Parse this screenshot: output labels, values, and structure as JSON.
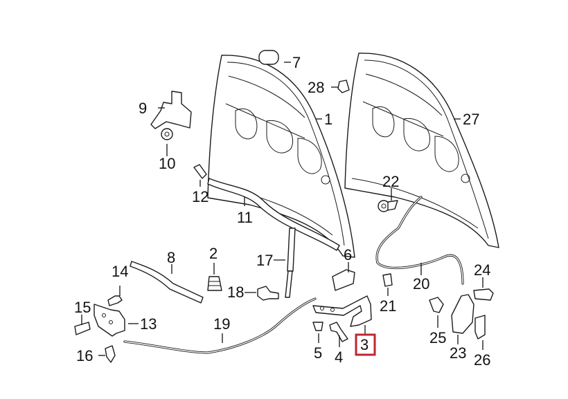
{
  "diagram": {
    "title": "Hood components exploded parts diagram",
    "highlighted_callout": "3",
    "highlight_color": "#c0262e",
    "callouts": [
      {
        "id": "1",
        "part": "hood panel"
      },
      {
        "id": "2",
        "part": "bumper stop"
      },
      {
        "id": "3",
        "part": "hinge (highlighted)"
      },
      {
        "id": "4",
        "part": "bolt"
      },
      {
        "id": "5",
        "part": "nut"
      },
      {
        "id": "6",
        "part": "hinge bracket"
      },
      {
        "id": "7",
        "part": "plug"
      },
      {
        "id": "8",
        "part": "seal"
      },
      {
        "id": "9",
        "part": "striker"
      },
      {
        "id": "10",
        "part": "nut"
      },
      {
        "id": "11",
        "part": "seal"
      },
      {
        "id": "12",
        "part": "clip"
      },
      {
        "id": "13",
        "part": "latch"
      },
      {
        "id": "14",
        "part": "bolt"
      },
      {
        "id": "15",
        "part": "bolt"
      },
      {
        "id": "16",
        "part": "clip"
      },
      {
        "id": "17",
        "part": "lift support"
      },
      {
        "id": "18",
        "part": "ball stud"
      },
      {
        "id": "19",
        "part": "release cable"
      },
      {
        "id": "20",
        "part": "release cable"
      },
      {
        "id": "21",
        "part": "clip"
      },
      {
        "id": "22",
        "part": "retainer"
      },
      {
        "id": "23",
        "part": "release handle"
      },
      {
        "id": "24",
        "part": "bolt"
      },
      {
        "id": "25",
        "part": "retainer"
      },
      {
        "id": "26",
        "part": "cover"
      },
      {
        "id": "27",
        "part": "hood panel"
      },
      {
        "id": "28",
        "part": "clip"
      }
    ]
  }
}
